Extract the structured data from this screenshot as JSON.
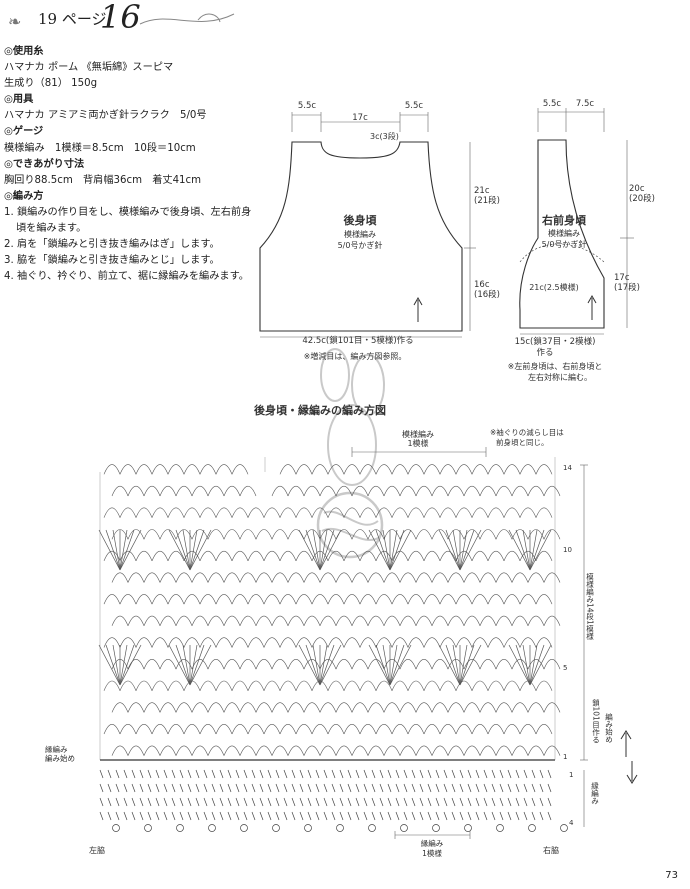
{
  "header": {
    "page_ref": "19 ページ",
    "work_number": "16"
  },
  "spec": {
    "yarn_title": "使用糸",
    "yarn_lines": [
      "ハマナカ ポーム 《無垢綿》スーピマ",
      "生成り（81） 150g"
    ],
    "tools_title": "用具",
    "tools_lines": [
      "ハマナカ アミアミ両かぎ針ラクラク　5/0号"
    ],
    "gauge_title": "ゲージ",
    "gauge_lines": [
      "模様編み　1模様＝8.5cm　10段＝10cm"
    ],
    "size_title": "できあがり寸法",
    "size_lines": [
      "胸回り88.5cm　背肩幅36cm　着丈41cm"
    ],
    "method_title": "編み方",
    "method_steps": [
      "1. 鎖編みの作り目をし、模様編みで後身頃、左右前身頃を編みます。",
      "2. 肩を「鎖編みと引き抜き編みはぎ」します。",
      "3. 脇を「鎖編みと引き抜き編みとじ」します。",
      "4. 袖ぐり、衿ぐり、前立て、裾に縁編みを編みます。"
    ]
  },
  "back_panel": {
    "title": "後身頃",
    "sub1": "模様編み",
    "sub2": "5/0号かぎ針",
    "dim_shoulder_left": "5.5c",
    "dim_shoulder_right": "5.5c",
    "dim_neck_width": "17c",
    "dim_neck_depth": "3c(3段)",
    "dim_armhole_h": "21c",
    "dim_armhole_rows": "(21段)",
    "dim_body_h": "16c",
    "dim_body_rows": "(16段)",
    "dim_bottom": "42.5c(鎖101目・5模様)作る",
    "note": "※増減目は、編み方図参照。"
  },
  "front_panel": {
    "title": "右前身頃",
    "sub1": "模様編み",
    "sub2": "5/0号かぎ針",
    "dim_shoulder": "5.5c",
    "dim_neck": "7.5c",
    "dim_upper_h": "20c",
    "dim_upper_rows": "(20段)",
    "dim_lower_h": "17c",
    "dim_lower_rows": "(17段)",
    "dim_curve": "21c(2.5模様)",
    "dim_bottom_1": "15c(鎖37目・2模様)",
    "dim_bottom_2": "作る",
    "note_1": "※左前身頃は、右前身頃と",
    "note_2": "左右対称に編む。"
  },
  "chart": {
    "title": "後身頃・縁編みの編み方図",
    "pattern_label_1": "模様編み",
    "pattern_label_2": "1模様",
    "note_1": "※袖ぐりの減らし目は",
    "note_2": "前身頃と同じ。",
    "row_14": "14",
    "row_10": "10",
    "row_5": "5",
    "row_1": "1",
    "side_pattern": "模様編み14段1模様",
    "side_start": "編み始め",
    "side_found": "鎖101目作る",
    "side_edge": "縁編み",
    "edge_row_1": "1",
    "edge_row_4": "4",
    "edge_start_1": "縁編み",
    "edge_start_2": "編み始め",
    "left_side": "左脇",
    "right_side": "右脇",
    "edge_label_1": "縁編み",
    "edge_label_2": "1模様"
  },
  "page_number": "73"
}
